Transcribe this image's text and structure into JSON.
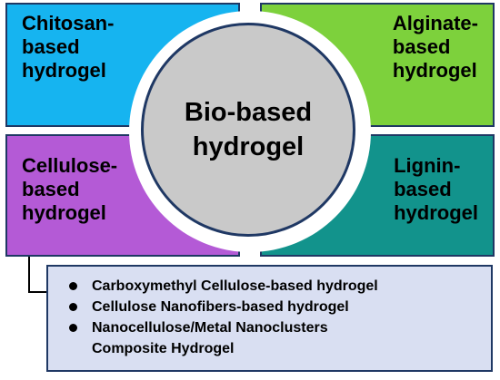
{
  "diagram": {
    "center": {
      "lines": [
        "Bio-based",
        "hydrogel"
      ],
      "color": "#c9c9c9"
    },
    "quadrants": [
      {
        "id": "chitosan",
        "lines": [
          "Chitosan-",
          "based",
          "hydrogel"
        ],
        "color": "#16b4f0"
      },
      {
        "id": "alginate",
        "lines": [
          "Alginate-",
          "based",
          "hydrogel"
        ],
        "color": "#7dd13c"
      },
      {
        "id": "cellulose",
        "lines": [
          "Cellulose-",
          "based",
          "hydrogel"
        ],
        "color": "#b45ad6"
      },
      {
        "id": "lignin",
        "lines": [
          "Lignin-",
          "based",
          "hydrogel"
        ],
        "color": "#12938c"
      }
    ],
    "cellulose_subtypes": [
      {
        "lines": [
          "Carboxymethyl Cellulose-based hydrogel"
        ]
      },
      {
        "lines": [
          "Cellulose Nanofibers-based hydrogel"
        ]
      },
      {
        "lines": [
          "Nanocellulose/Metal Nanoclusters",
          "Composite Hydrogel"
        ]
      }
    ],
    "border_color": "#1f3864",
    "subtypes_box_color": "#d9dff2"
  }
}
